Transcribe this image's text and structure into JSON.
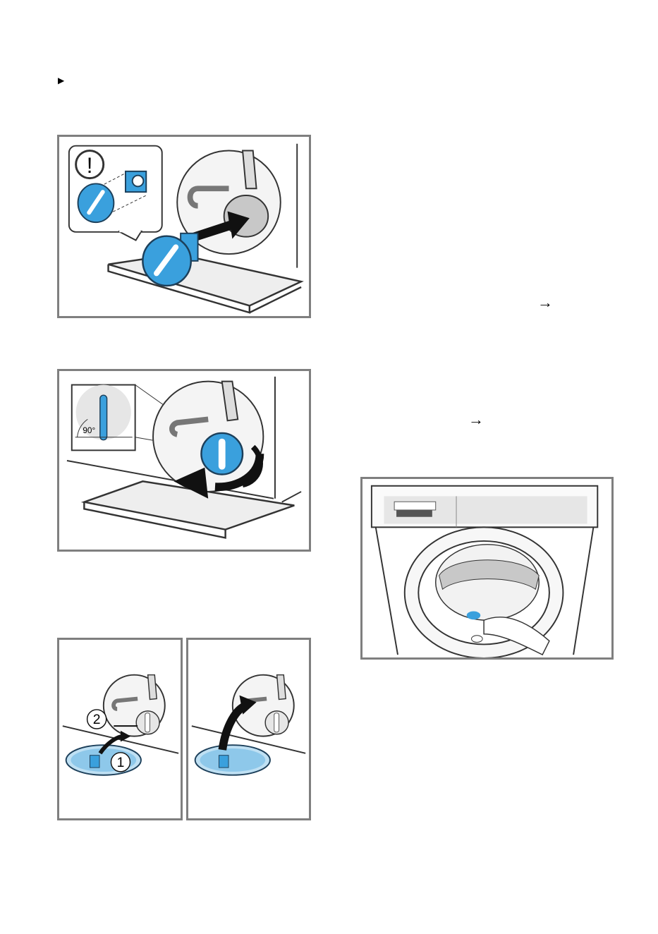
{
  "bullet_marker": "▶",
  "arrow_1": "→",
  "arrow_2": "→",
  "fig2_angle_label": "90°",
  "fig3_step_1": "1",
  "fig3_step_2": "2",
  "fig1_warning_symbol": "!"
}
